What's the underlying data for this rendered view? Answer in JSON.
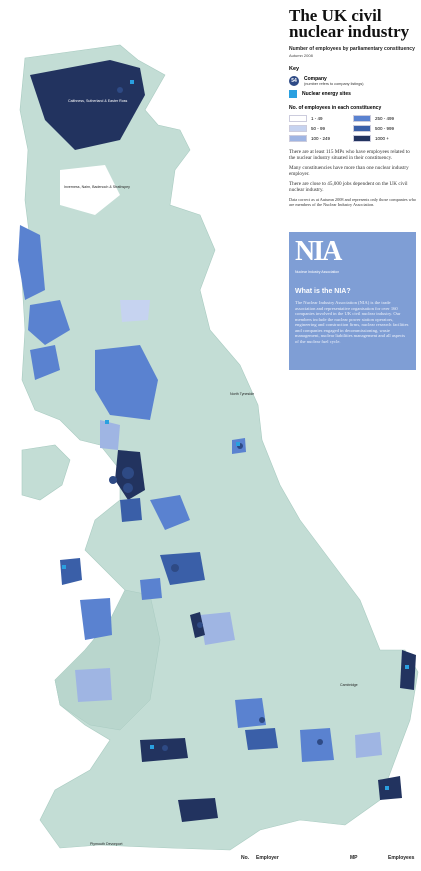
{
  "title": "The UK civil nuclear industry",
  "subtitle": "Number of employees by parliamentary constituency",
  "date": "Autumn 2008",
  "key": {
    "heading": "Key",
    "company_number": "54",
    "company_label": "Company",
    "company_note": "(number refers to company listings)",
    "sites_label": "Nuclear energy sites",
    "bands_heading": "No. of employees in each constituency",
    "bands": [
      {
        "label": "1 - 49",
        "color": "#ffffff"
      },
      {
        "label": "250 - 499",
        "color": "#5a82d0"
      },
      {
        "label": "50 - 99",
        "color": "#c6d3f0"
      },
      {
        "label": "500 - 999",
        "color": "#3a5fa8"
      },
      {
        "label": "100 - 249",
        "color": "#9fb5e3"
      },
      {
        "label": "1000 +",
        "color": "#22335f"
      }
    ]
  },
  "facts": [
    "There are at least 115 MPs who have employees related to the nuclear industry situated in their constituency.",
    "Many constituencies have more than one nuclear industry employer.",
    "There are close to 45,000 jobs dependent on the UK civil nuclear industry."
  ],
  "note": "Data correct as at Autumn 2008 and represents only those companies who are members of the Nuclear Industry Association.",
  "nia": {
    "logo": "NIA",
    "logo_sub": "Nuclear Industry Association",
    "heading": "What is the NIA?",
    "text": "The Nuclear Industry Association (NIA) is the trade association and representative organisation for over 160 companies involved in the UK civil nuclear industry. Our members include the nuclear power station operators, engineering and construction firms, nuclear research facilities and companies engaged in decommissioning, waste management, nuclear liabilities management and all aspects of the nuclear fuel cycle."
  },
  "footer": {
    "no": "No.",
    "employer": "Employer",
    "mp": "MP",
    "employees": "Employees"
  },
  "map_labels": {
    "caithness": "Caithness, Sutherland & Easter Ross",
    "inverness": "Inverness, Nairn, Badenoch & Strathspey",
    "cambridge": "Cambridge",
    "plymouth": "Plymouth Devonport",
    "north_tyneside": "North Tyneside"
  },
  "colors": {
    "land": "#c3ddd5",
    "sea": "#ffffff",
    "band_light": "#c6d3f0",
    "band_mid": "#9fb5e3",
    "band_strong": "#5a82d0",
    "band_dark": "#22335f",
    "nia_panel": "#7f9ed5"
  }
}
